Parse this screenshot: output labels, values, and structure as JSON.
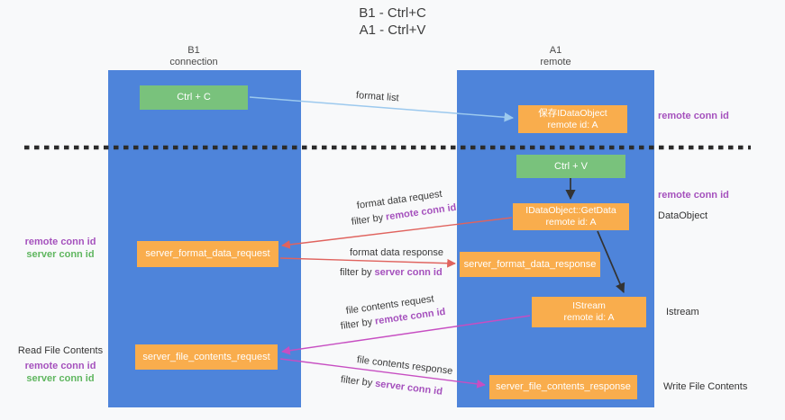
{
  "title": {
    "line1": "B1 - Ctrl+C",
    "line2": "A1 - Ctrl+V"
  },
  "columns": {
    "left": {
      "title": "B1",
      "subtitle": "connection"
    },
    "right": {
      "title": "A1",
      "subtitle": "remote"
    }
  },
  "boxes": {
    "ctrl_c": {
      "label": "Ctrl + C"
    },
    "ctrl_v": {
      "label": "Ctrl + V"
    },
    "save_idataobject": {
      "line1": "保存IDataObject",
      "line2": "remote id: A"
    },
    "getdata": {
      "line1": "IDataObject::GetData",
      "line2": "remote id: A"
    },
    "istream": {
      "line1": "IStream",
      "line2": "remote id: A"
    },
    "server_format_data_request": {
      "label": "server_format_data_request"
    },
    "server_format_data_response": {
      "label": "server_format_data_response"
    },
    "server_file_contents_request": {
      "label": "server_file_contents_request"
    },
    "server_file_contents_response": {
      "label": "server_file_contents_response"
    }
  },
  "flow_labels": {
    "format_list": "format list",
    "format_data_request": "format data request",
    "format_data_response": "format data response",
    "file_contents_request": "file contents request",
    "file_contents_response": "file contents response",
    "filter_by": "filter by ",
    "remote_conn_id": "remote conn id",
    "server_conn_id": "server conn id"
  },
  "side_labels": {
    "remote_conn_id": "remote conn id",
    "server_conn_id": "server conn id",
    "dataobject": "DataObject",
    "istream": "Istream",
    "read_file_contents": "Read File Contents",
    "write_file_contents": "Write File Contents"
  },
  "colors": {
    "lifeline_blue": "#4e84da",
    "box_orange": "#f9ad4d",
    "box_green": "#79c27c",
    "arrow_blue": "#9cc9ee",
    "arrow_red": "#e0635e",
    "arrow_magenta": "#c74ec2",
    "arrow_black": "#333333",
    "text_purple": "#a551bd",
    "text_green": "#5fb65f",
    "background": "#f8f9fa"
  }
}
